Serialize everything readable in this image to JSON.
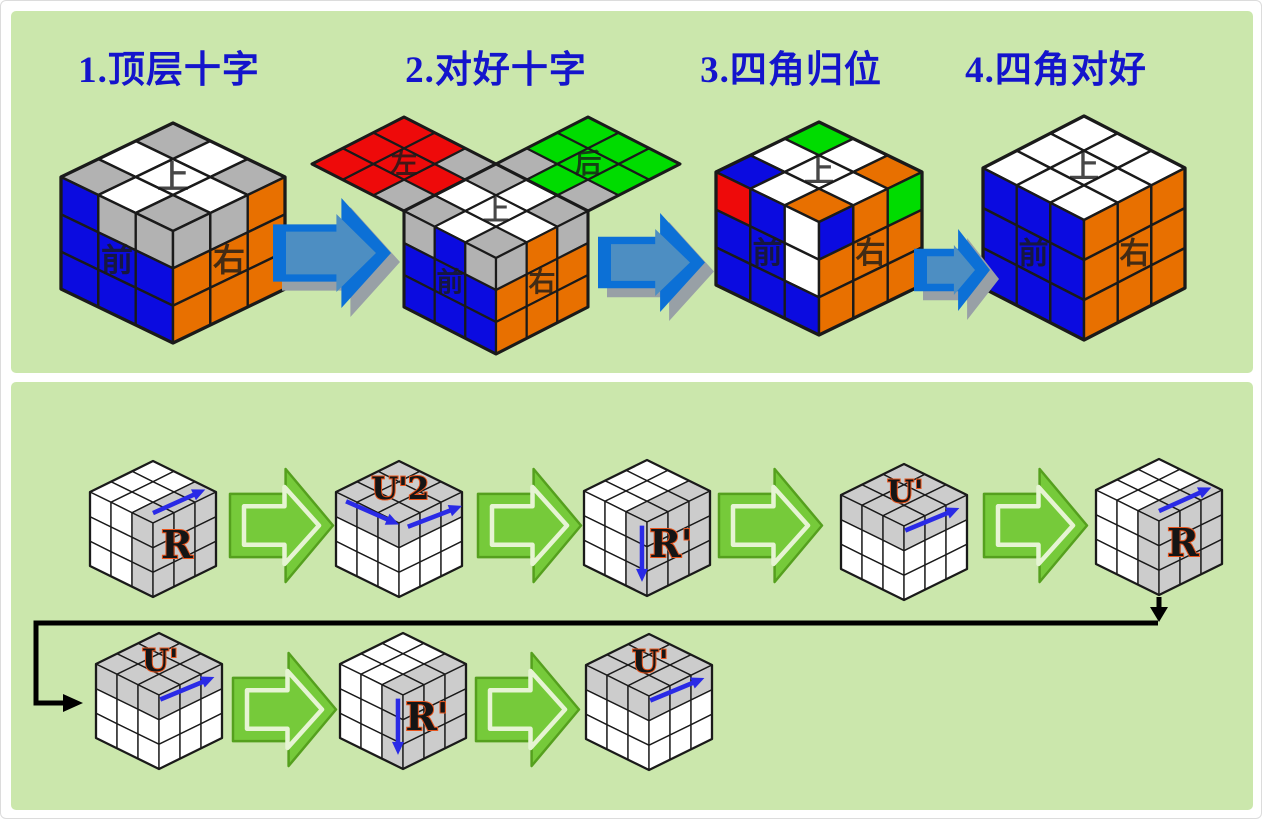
{
  "colors": {
    "panel_bg": "#cbe7ac",
    "title": "#1414cc",
    "outline": "#1a1a1a",
    "big_arrow_blue": "#0c70d6",
    "big_arrow_blue_inner": "#4d8ec2",
    "big_arrow_shadow": "#98a0a6",
    "big_arrow_green": "#76ca3a",
    "big_arrow_green_dark": "#55a01e",
    "big_arrow_green_inner": "#e6f4d3",
    "move_arrow_blue": "#2a2ae6",
    "move_label_fill": "#151515",
    "move_label_stroke": "#e8541c",
    "face_label": "#1a1a1a",
    "connector": "#000000"
  },
  "sticker_colors": {
    "w": "#ffffff",
    "g": "#b2b2b2",
    "c": "#cccccc",
    "b": "#0b0be0",
    "o": "#e87000",
    "r": "#ee0a0a",
    "n": "#00dc00"
  },
  "face_labels": {
    "top": "上",
    "front": "前",
    "right": "右",
    "left": "左",
    "back": "后"
  },
  "steps": [
    {
      "title": "1.顶层十字",
      "cube": {
        "top": [
          [
            "g",
            "w",
            "g"
          ],
          [
            "w",
            "w",
            "w"
          ],
          [
            "g",
            "w",
            "g"
          ]
        ],
        "front": [
          [
            "b",
            "g",
            "g"
          ],
          [
            "b",
            "b",
            "b"
          ],
          [
            "b",
            "b",
            "b"
          ]
        ],
        "right": [
          [
            "g",
            "g",
            "o"
          ],
          [
            "o",
            "o",
            "o"
          ],
          [
            "o",
            "o",
            "o"
          ]
        ],
        "labels": {
          "top": "上",
          "front": "前",
          "right": "右"
        }
      }
    },
    {
      "title": "2.对好十字",
      "cube": {
        "top": [
          [
            "g",
            "w",
            "g"
          ],
          [
            "w",
            "w",
            "w"
          ],
          [
            "g",
            "w",
            "g"
          ]
        ],
        "front": [
          [
            "g",
            "b",
            "g"
          ],
          [
            "b",
            "b",
            "b"
          ],
          [
            "b",
            "b",
            "b"
          ]
        ],
        "right": [
          [
            "g",
            "o",
            "g"
          ],
          [
            "o",
            "o",
            "o"
          ],
          [
            "o",
            "o",
            "o"
          ]
        ],
        "labels": {
          "top": "上",
          "front": "前",
          "right": "右"
        },
        "flaps": {
          "left": {
            "grid": [
              [
                "g",
                "r",
                "g"
              ],
              [
                "r",
                "r",
                "r"
              ],
              [
                "r",
                "r",
                "r"
              ]
            ],
            "label": "左"
          },
          "right": {
            "grid": [
              [
                "g",
                "n",
                "g"
              ],
              [
                "n",
                "n",
                "n"
              ],
              [
                "n",
                "n",
                "n"
              ]
            ],
            "label": "后"
          }
        }
      }
    },
    {
      "title": "3.四角归位",
      "cube": {
        "top": [
          [
            "n",
            "w",
            "o"
          ],
          [
            "w",
            "w",
            "w"
          ],
          [
            "b",
            "w",
            "o"
          ]
        ],
        "front": [
          [
            "r",
            "b",
            "w"
          ],
          [
            "b",
            "b",
            "w"
          ],
          [
            "b",
            "b",
            "b"
          ]
        ],
        "right": [
          [
            "b",
            "o",
            "n"
          ],
          [
            "o",
            "o",
            "o"
          ],
          [
            "o",
            "o",
            "o"
          ]
        ],
        "labels": {
          "top": "上",
          "front": "前",
          "right": "右"
        }
      }
    },
    {
      "title": "4.四角对好",
      "cube": {
        "top": [
          [
            "w",
            "w",
            "w"
          ],
          [
            "w",
            "w",
            "w"
          ],
          [
            "w",
            "w",
            "w"
          ]
        ],
        "front": [
          [
            "b",
            "b",
            "b"
          ],
          [
            "b",
            "b",
            "b"
          ],
          [
            "b",
            "b",
            "b"
          ]
        ],
        "right": [
          [
            "o",
            "o",
            "o"
          ],
          [
            "o",
            "o",
            "o"
          ],
          [
            "o",
            "o",
            "o"
          ]
        ],
        "labels": {
          "top": "上",
          "front": "前",
          "right": "右"
        }
      }
    }
  ],
  "cube_states": {
    "r_slice": {
      "top": [
        [
          "w",
          "w",
          "c"
        ],
        [
          "w",
          "w",
          "c"
        ],
        [
          "w",
          "w",
          "c"
        ]
      ],
      "front": [
        [
          "w",
          "w",
          "c"
        ],
        [
          "w",
          "w",
          "c"
        ],
        [
          "w",
          "w",
          "c"
        ]
      ],
      "right": [
        [
          "c",
          "c",
          "c"
        ],
        [
          "c",
          "c",
          "c"
        ],
        [
          "c",
          "c",
          "c"
        ]
      ]
    },
    "u_slice": {
      "top": [
        [
          "c",
          "c",
          "c"
        ],
        [
          "c",
          "c",
          "c"
        ],
        [
          "c",
          "c",
          "c"
        ]
      ],
      "front": [
        [
          "c",
          "c",
          "c"
        ],
        [
          "w",
          "w",
          "w"
        ],
        [
          "w",
          "w",
          "w"
        ]
      ],
      "right": [
        [
          "c",
          "c",
          "c"
        ],
        [
          "w",
          "w",
          "w"
        ],
        [
          "w",
          "w",
          "w"
        ]
      ]
    }
  },
  "sequence": {
    "row1": [
      {
        "move": "R",
        "state": "r_slice",
        "arrow": "r-up"
      },
      {
        "move": "U'2",
        "state": "u_slice",
        "arrow": "u-double"
      },
      {
        "move": "R'",
        "state": "r_slice",
        "arrow": "r-down"
      },
      {
        "move": "U'",
        "state": "u_slice",
        "arrow": "u-single"
      },
      {
        "move": "R",
        "state": "r_slice",
        "arrow": "r-up"
      }
    ],
    "row2": [
      {
        "move": "U'",
        "state": "u_slice",
        "arrow": "u-single"
      },
      {
        "move": "R'",
        "state": "r_slice",
        "arrow": "r-down"
      },
      {
        "move": "U'",
        "state": "u_slice",
        "arrow": "u-single"
      }
    ]
  }
}
